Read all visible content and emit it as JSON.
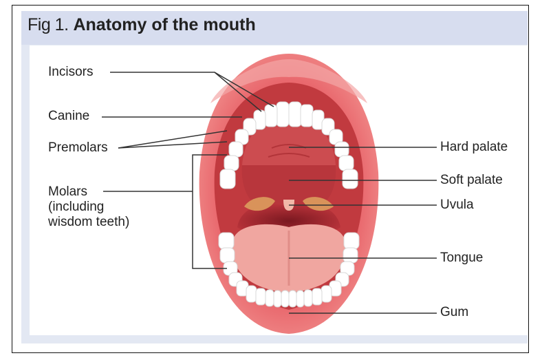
{
  "figure": {
    "prefix": "Fig 1.",
    "title": "Anatomy of the mouth"
  },
  "labels": {
    "incisors": "Incisors",
    "canine": "Canine",
    "premolars": "Premolars",
    "molars": "Molars\n(including\nwisdom teeth)",
    "hard_palate": "Hard palate",
    "soft_palate": "Soft palate",
    "uvula": "Uvula",
    "tongue": "Tongue",
    "gum": "Gum"
  },
  "colors": {
    "lips": "#e8646a",
    "lip_highlight": "#f3a7a6",
    "inner_mouth": "#c13a3f",
    "throat": "#8e1f26",
    "tongue": "#f0a6a0",
    "teeth": "#ffffff",
    "tonsils": "#d9935a",
    "leader_lines": "#333333"
  }
}
